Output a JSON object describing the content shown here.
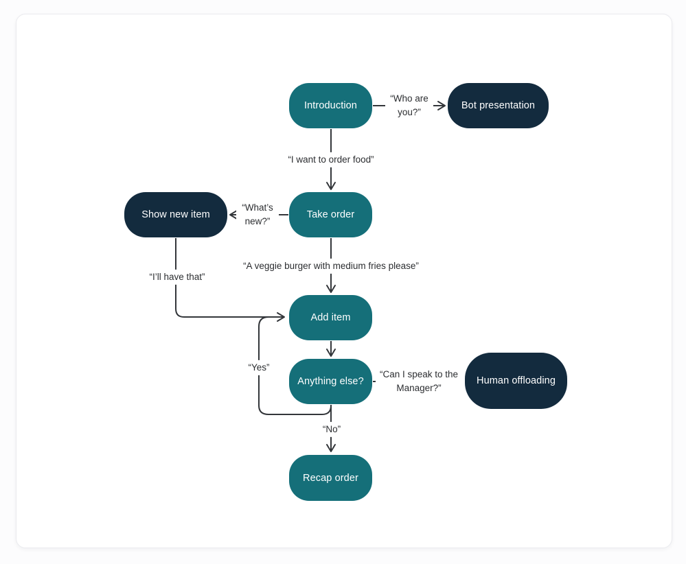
{
  "diagram": {
    "description": "Chatbot food-ordering conversation flowchart",
    "colors": {
      "action_node": "#156F79",
      "terminal_node": "#132B3E",
      "connector": "#33363a",
      "node_text": "#ffffff",
      "edge_label_text": "#2b2d30",
      "canvas": "#ffffff"
    },
    "nodes": [
      {
        "id": "introduction",
        "label": "Introduction",
        "style": "action"
      },
      {
        "id": "bot-presentation",
        "label": "Bot presentation",
        "style": "terminal"
      },
      {
        "id": "take-order",
        "label": "Take order",
        "style": "action"
      },
      {
        "id": "show-new-item",
        "label": "Show new item",
        "style": "terminal"
      },
      {
        "id": "add-item",
        "label": "Add item",
        "style": "action"
      },
      {
        "id": "anything-else",
        "label": "Anything else?",
        "style": "action"
      },
      {
        "id": "human-offloading",
        "label": "Human offloading",
        "style": "terminal"
      },
      {
        "id": "recap-order",
        "label": "Recap order",
        "style": "action"
      }
    ],
    "edges": [
      {
        "from": "Introduction",
        "to": "Bot presentation",
        "label": "“Who are you?”"
      },
      {
        "from": "Introduction",
        "to": "Take order",
        "label": "“I want to order food”"
      },
      {
        "from": "Take order",
        "to": "Show new item",
        "label": "“What’s new?”"
      },
      {
        "from": "Take order",
        "to": "Add item",
        "label": "“A veggie burger with medium fries please”"
      },
      {
        "from": "Show new item",
        "to": "Add item",
        "label": "“I’ll have that”"
      },
      {
        "from": "Add item",
        "to": "Anything else?",
        "label": ""
      },
      {
        "from": "Anything else?",
        "to": "Human offloading",
        "label": "“Can I speak to the Manager?”"
      },
      {
        "from": "Anything else?",
        "to": "Add item",
        "label": "“Yes”"
      },
      {
        "from": "Anything else?",
        "to": "Recap order",
        "label": "“No”"
      }
    ]
  }
}
